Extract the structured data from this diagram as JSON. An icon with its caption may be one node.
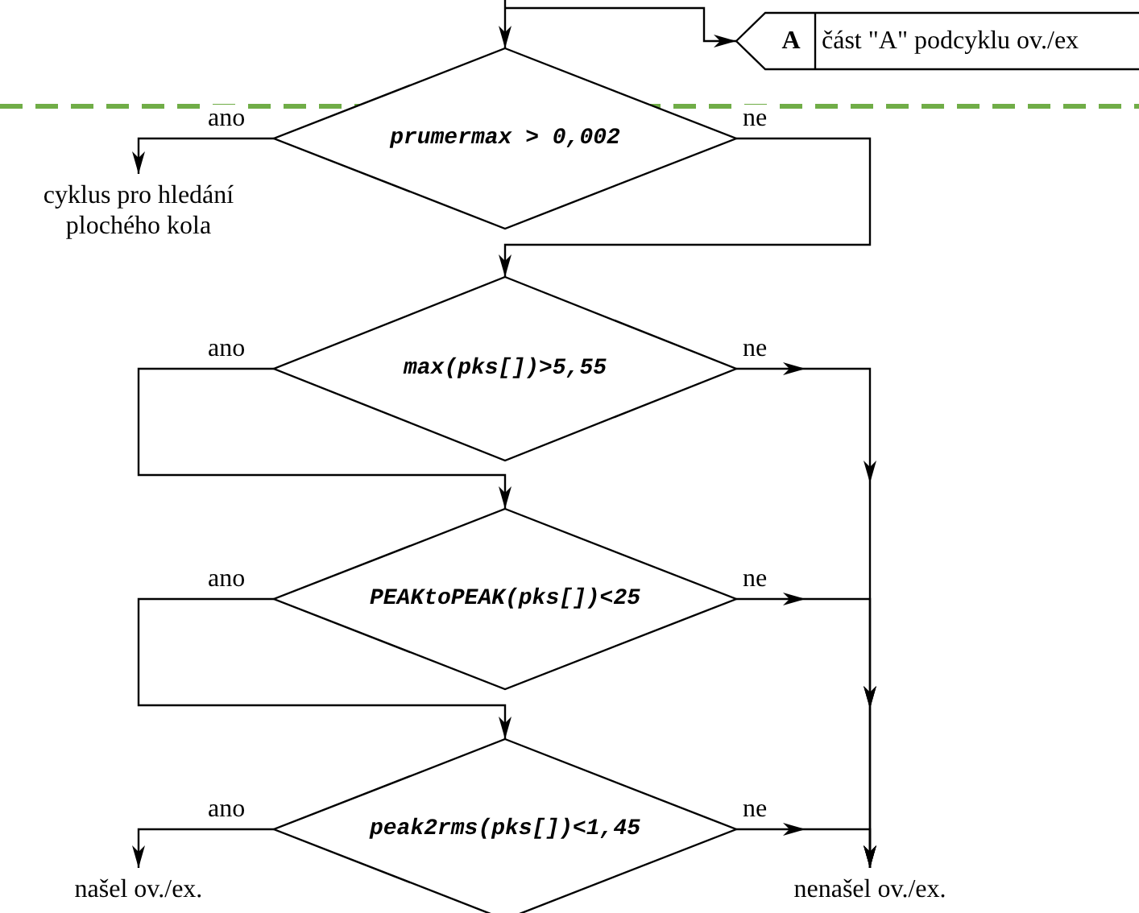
{
  "diagram": {
    "nodes": [
      {
        "text": [
          "prumermax > 0,002"
        ]
      },
      {
        "text": [
          "cyklus pro hledání plochého kola"
        ]
      },
      {
        "text": [
          "max(pks[])>5,55"
        ]
      },
      {
        "text": [
          "PEAKtoPEAK(pks[])<25"
        ]
      },
      {
        "text": [
          "peak2rms(pks[])<1,45"
        ]
      },
      {
        "text": [
          "našel ov./ex."
        ]
      },
      {
        "text": [
          "nenašel ov./ex."
        ]
      },
      {
        "text": [
          "A",
          "část \"A\" podcyklu ov./ex"
        ]
      }
    ],
    "edges": [
      {
        "from": null,
        "to": 0,
        "arrow": "to"
      },
      {
        "from": null,
        "to": 7,
        "arrow": "to"
      },
      {
        "from": 0,
        "to": 1,
        "arrow": "to",
        "label": "ano"
      },
      {
        "from": 0,
        "to": 2,
        "arrow": "to",
        "label": "ne"
      },
      {
        "from": 2,
        "to": 3,
        "arrow": "to",
        "label": "ano"
      },
      {
        "from": 2,
        "to": 6,
        "arrow": "to",
        "label": "ne"
      },
      {
        "from": 3,
        "to": 4,
        "arrow": "to",
        "label": "ano"
      },
      {
        "from": 3,
        "to": 6,
        "arrow": "to",
        "label": "ne"
      },
      {
        "from": 4,
        "to": 5,
        "arrow": "to",
        "label": "ano"
      },
      {
        "from": 4,
        "to": 6,
        "arrow": "to",
        "label": "ne"
      }
    ]
  }
}
